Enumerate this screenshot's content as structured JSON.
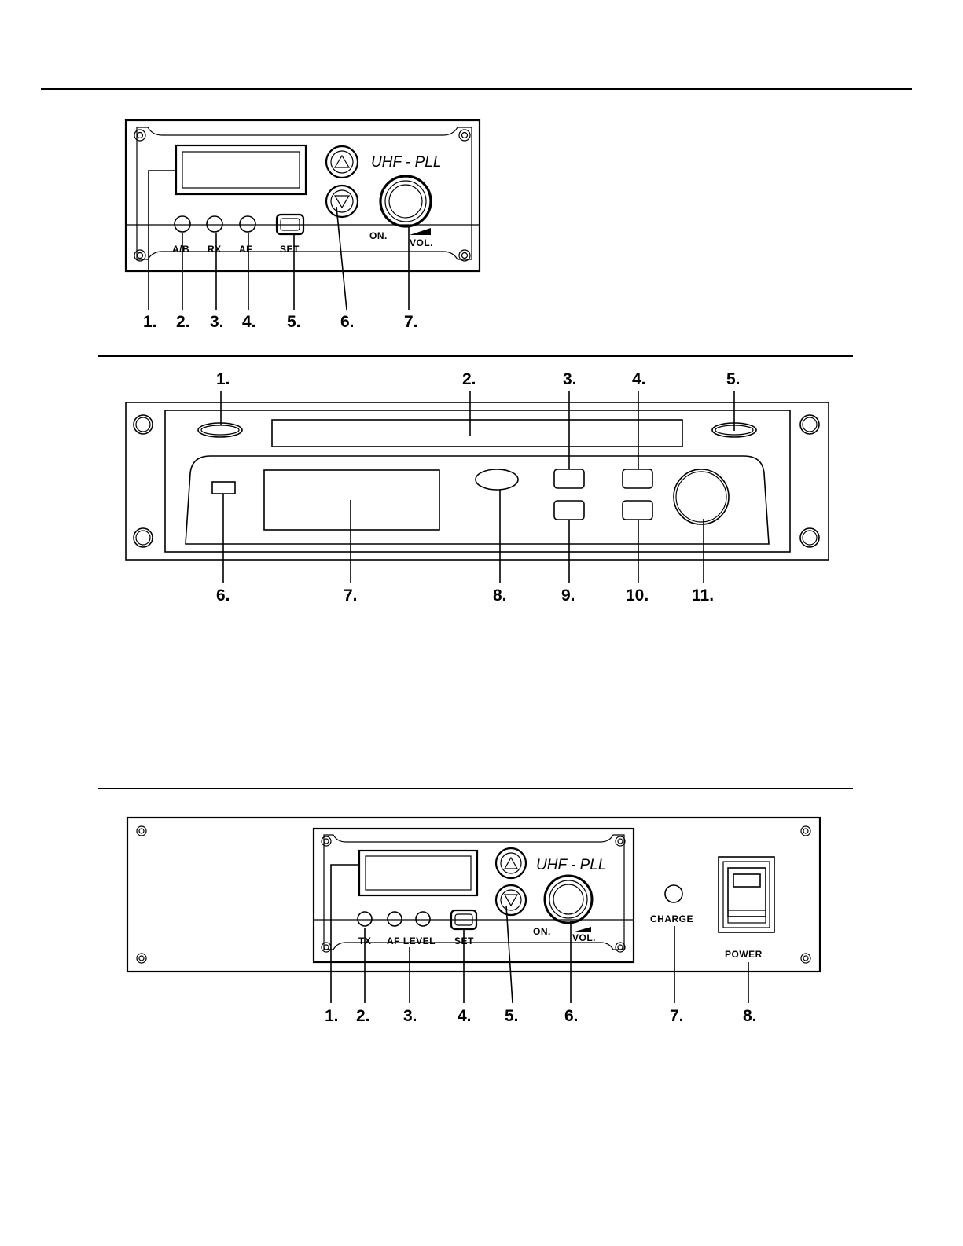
{
  "diagram1": {
    "brand": "UHF - PLL",
    "captions": {
      "ab": "A/B",
      "rx": "RX",
      "af": "AF",
      "set": "SET",
      "on": "ON.",
      "vol": "VOL."
    },
    "callouts": [
      "1.",
      "2.",
      "3.",
      "4.",
      "5.",
      "6.",
      "7."
    ]
  },
  "diagram2": {
    "callouts_top": [
      "1.",
      "2.",
      "3.",
      "4.",
      "5."
    ],
    "callouts_bottom": [
      "6.",
      "7.",
      "8.",
      "9.",
      "10.",
      "11."
    ]
  },
  "diagram3": {
    "brand": "UHF - PLL",
    "captions": {
      "tx": "TX",
      "af_level": "AF LEVEL",
      "set": "SET",
      "on": "ON.",
      "vol": "VOL.",
      "charge": "CHARGE",
      "power": "POWER"
    },
    "callouts": [
      "1.",
      "2.",
      "3.",
      "4.",
      "5.",
      "6.",
      "7.",
      "8."
    ]
  }
}
